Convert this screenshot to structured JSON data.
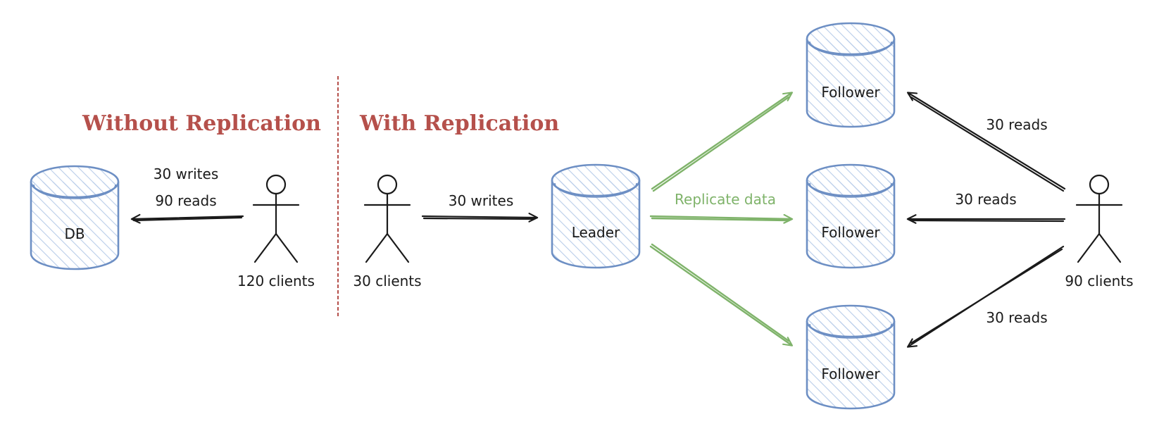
{
  "colors": {
    "title": "#b5504b",
    "divider": "#b5504b",
    "cylinder_stroke": "#6d8fc4",
    "cylinder_hatch": "#b9cde9",
    "replicate": "#7fb36a",
    "ink": "#1a1a1a"
  },
  "left": {
    "title": "Without Replication",
    "db_label": "DB",
    "writes_label": "30 writes",
    "reads_label": "90 reads",
    "clients_label": "120 clients"
  },
  "right": {
    "title": "With Replication",
    "writer_clients_label": "30 clients",
    "writes_label": "30 writes",
    "leader_label": "Leader",
    "replicate_label": "Replicate data",
    "followers": [
      "Follower",
      "Follower",
      "Follower"
    ],
    "reads_labels": [
      "30 reads",
      "30 reads",
      "30 reads"
    ],
    "reader_clients_label": "90 clients"
  }
}
